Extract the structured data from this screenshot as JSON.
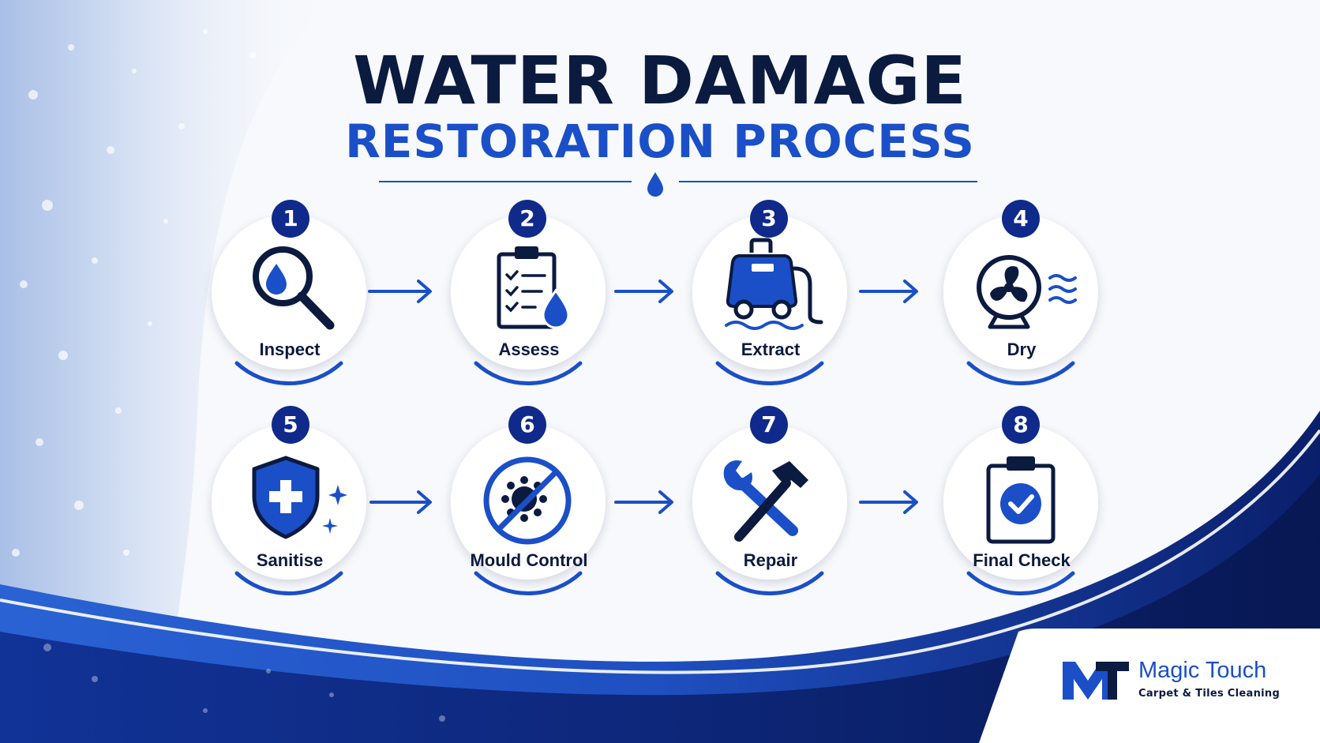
{
  "title": {
    "line1": "WATER DAMAGE",
    "line2": "RESTORATION PROCESS"
  },
  "steps": [
    {
      "number": "1",
      "label": "Inspect",
      "icon": "magnifier-water-drop-icon"
    },
    {
      "number": "2",
      "label": "Assess",
      "icon": "clipboard-checklist-drop-icon"
    },
    {
      "number": "3",
      "label": "Extract",
      "icon": "water-extractor-machine-icon"
    },
    {
      "number": "4",
      "label": "Dry",
      "icon": "air-mover-fan-icon"
    },
    {
      "number": "5",
      "label": "Sanitise",
      "icon": "shield-plus-sparkle-icon"
    },
    {
      "number": "6",
      "label": "Mould Control",
      "icon": "no-mould-icon"
    },
    {
      "number": "7",
      "label": "Repair",
      "icon": "wrench-hammer-icon"
    },
    {
      "number": "8",
      "label": "Final Check",
      "icon": "clipboard-check-icon"
    }
  ],
  "brand": {
    "name": "Magic Touch",
    "tagline": "Carpet & Tiles Cleaning",
    "logo_icon": "mt-logo-icon"
  },
  "colors": {
    "navy": "#0b1a3f",
    "blue": "#1a4fc8",
    "deep_blue": "#0a1f6b",
    "white": "#ffffff"
  }
}
